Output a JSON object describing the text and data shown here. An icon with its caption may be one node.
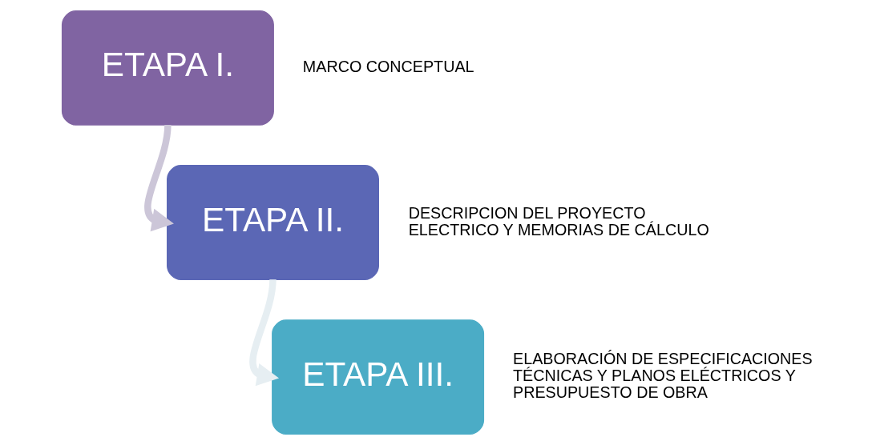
{
  "diagram": {
    "nodes": [
      {
        "text": [
          "ETAPA I."
        ],
        "beside": [
          "MARCO CONCEPTUAL"
        ]
      },
      {
        "text": [
          "ETAPA II."
        ],
        "beside": [
          "DESCRIPCION DEL PROYECTO ELECTRICO Y MEMORIAS DE CÁLCULO"
        ]
      },
      {
        "text": [
          "ETAPA III."
        ],
        "beside": [
          "ELABORACIÓN DE ESPECIFICACIONES TÉCNICAS Y PLANOS ELÉCTRICOS Y PRESUPUESTO DE OBRA"
        ]
      }
    ],
    "edges": [
      {
        "from": 0,
        "to": 1,
        "arrow": "to",
        "color": "#ccc6d8"
      },
      {
        "from": 1,
        "to": 2,
        "arrow": "to",
        "color": "#e6eef2"
      }
    ]
  }
}
